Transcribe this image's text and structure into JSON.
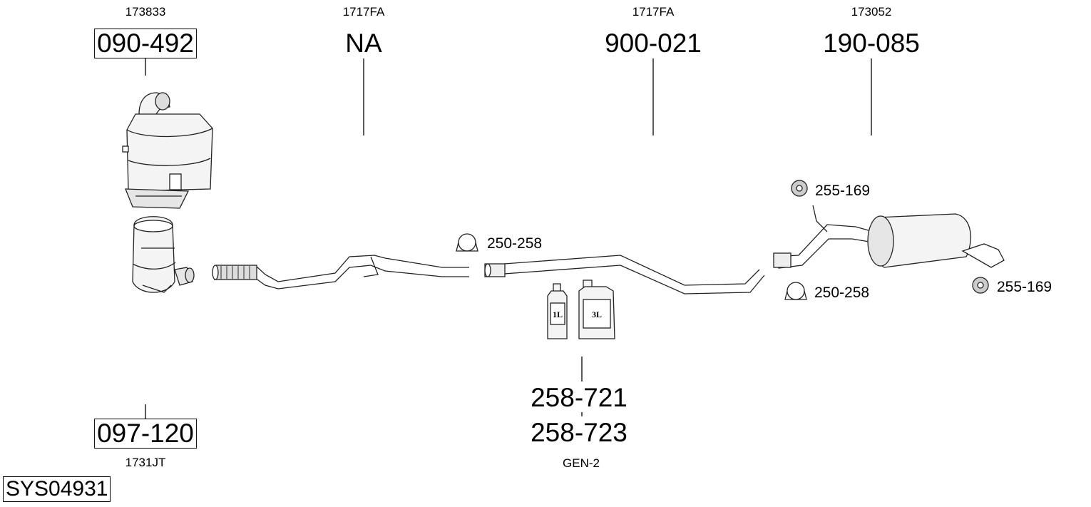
{
  "system_id": "SYS04931",
  "parts": {
    "catalyst_top": {
      "oe": "173833",
      "number": "090-492"
    },
    "catalyst_bottom": {
      "oe": "1731JT",
      "number": "097-120"
    },
    "front_pipe": {
      "oe": "1717FA",
      "number": "NA"
    },
    "middle_pipe": {
      "oe": "1717FA",
      "number": "900-021"
    },
    "rear_silencer": {
      "oe": "173052",
      "number": "190-085"
    },
    "fluid": {
      "number_1": "258-721",
      "number_2": "258-723",
      "note": "GEN-2"
    },
    "fluid_bottle_1": {
      "label": "1L"
    },
    "fluid_bottle_2": {
      "label": "3L"
    }
  },
  "accessories": {
    "clamp_left": "250-258",
    "clamp_right": "250-258",
    "rubber_top": "255-169",
    "rubber_right": "255-169"
  }
}
